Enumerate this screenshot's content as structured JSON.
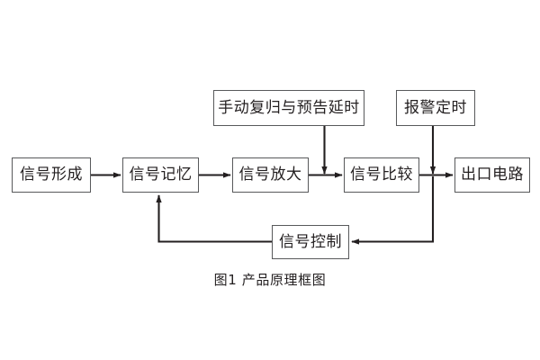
{
  "figure": {
    "caption": "图1 产品原理框图",
    "background_color": "#ffffff",
    "line_color": "#231f20",
    "box_border_color": "#58595b",
    "text_color": "#231f20"
  },
  "nodes": {
    "signal_formation": {
      "label": "信号形成"
    },
    "signal_memory": {
      "label": "信号记忆"
    },
    "signal_amplify": {
      "label": "信号放大"
    },
    "signal_compare": {
      "label": "信号比较"
    },
    "output_circuit": {
      "label": "出口电路"
    },
    "manual_reset": {
      "label": "手动复归与预告延时"
    },
    "alarm_timer": {
      "label": "报警定时"
    },
    "signal_control": {
      "label": "信号控制"
    }
  },
  "edges": [
    {
      "from": "signal_formation",
      "to": "signal_memory",
      "direction": "right"
    },
    {
      "from": "signal_memory",
      "to": "signal_amplify",
      "direction": "right"
    },
    {
      "from": "signal_amplify",
      "to": "signal_compare",
      "direction": "right"
    },
    {
      "from": "signal_compare",
      "to": "output_circuit",
      "direction": "right"
    },
    {
      "from": "manual_reset",
      "to": "signal_amplify_to_compare_link",
      "direction": "down"
    },
    {
      "from": "alarm_timer",
      "to": "signal_compare_to_output_link",
      "direction": "down"
    },
    {
      "from": "signal_compare_to_output_link",
      "to": "signal_control",
      "direction": "down-left"
    },
    {
      "from": "signal_control",
      "to": "signal_memory",
      "direction": "left-up"
    }
  ]
}
